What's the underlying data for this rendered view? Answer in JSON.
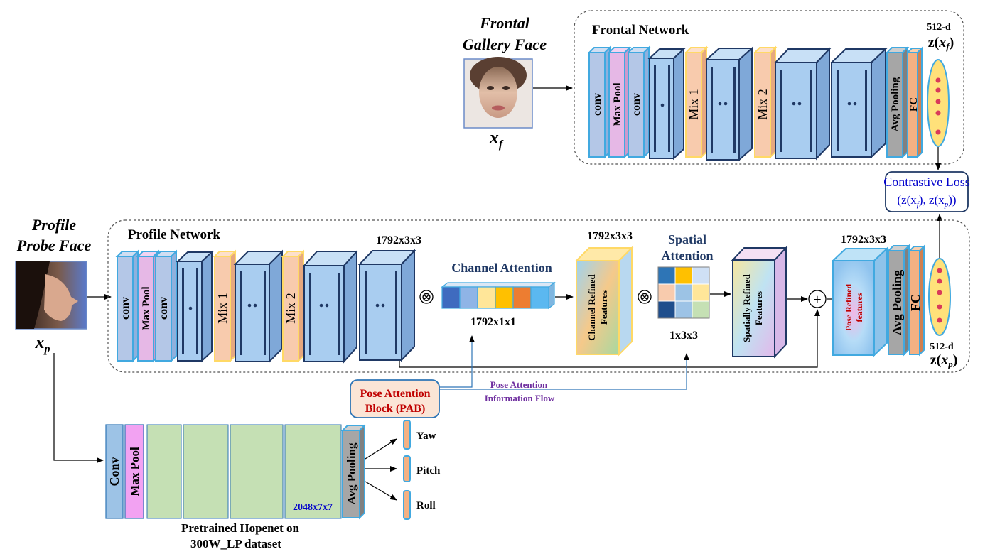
{
  "frontal": {
    "input_title_1": "Frontal",
    "input_title_2": "Gallery Face",
    "input_var": "x",
    "input_sub": "f",
    "network_title": "Frontal Network",
    "emb_dim": "512-d",
    "emb_label_open": "z(",
    "emb_var": "x",
    "emb_sub": "f",
    "emb_label_close": ")",
    "layers": [
      "conv",
      "Max Pool",
      "conv",
      "Mix 1",
      "Mix 2",
      "Avg Pooling",
      "FC"
    ]
  },
  "profile": {
    "input_title_1": "Profile",
    "input_title_2": "Probe Face",
    "input_var": "x",
    "input_sub": "p",
    "network_title": "Profile Network",
    "layers": [
      "conv",
      "Max Pool",
      "conv",
      "Mix 1",
      "Mix 2",
      "Avg Pooling",
      "FC"
    ],
    "dim_backbone_out": "1792x3x3",
    "channel_attention": "Channel Attention",
    "dim_channel_vec": "1792x1x1",
    "dim_channel_refined": "1792x3x3",
    "channel_refined_1": "Channel Refined",
    "channel_refined_2": "Features",
    "spatial_attention_1": "Spatial",
    "spatial_attention_2": "Attention",
    "dim_spatial_map": "1x3x3",
    "spatially_refined_1": "Spatially Refined",
    "spatially_refined_2": "Features",
    "dim_pose_refined": "1792x3x3",
    "pose_refined_1": "Pose Refined",
    "pose_refined_2": "features",
    "emb_dim": "512-d",
    "emb_label_open": "z(",
    "emb_var": "x",
    "emb_sub": "p",
    "emb_label_close": ")",
    "op_multiply": "⊗",
    "op_add": "+"
  },
  "loss": {
    "line1": "Contrastive Loss",
    "line2_a": "(z(x",
    "line2_sub1": "f",
    "line2_b": "), z(x",
    "line2_sub2": "p",
    "line2_c": "))"
  },
  "pab": {
    "line1": "Pose Attention",
    "line2": "Block (PAB)",
    "flow_1": "Pose Attention",
    "flow_2": "Information Flow"
  },
  "hopenet": {
    "layers": [
      "Conv",
      "Max Pool",
      "Avg Pooling"
    ],
    "dim_out": "2048x7x7",
    "caption_1": "Pretrained Hopenet on",
    "caption_2": "300W_LP dataset",
    "outputs": [
      "Yaw",
      "Pitch",
      "Roll"
    ]
  },
  "colors": {
    "conv": "#b4c7e7",
    "maxpool": "#e6b8e6",
    "mix": "#f8cbad",
    "block": "#a9cdf0",
    "avgpool": "#a6a6a6",
    "fc": "#f4b183",
    "embedding": "#ffe17a",
    "hopenet_block": "#c5e0b4",
    "pab_fill": "#fbe5d6",
    "pab_text": "#c00000",
    "loss_text": "#0000cc",
    "flow_text": "#7030a0",
    "border_blue": "#41a9e0"
  }
}
